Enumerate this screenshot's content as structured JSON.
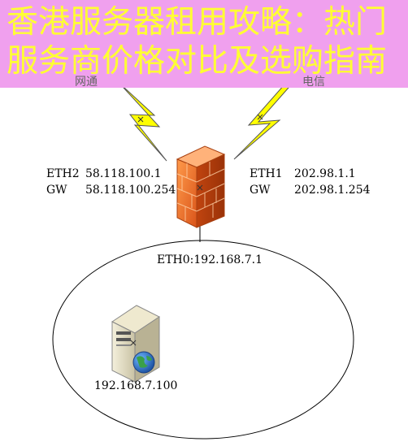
{
  "banner": {
    "line1": "香港服务器租用攻略：热门",
    "line2": "服务商价格对比及选购指南"
  },
  "isp_left": {
    "label": "网通"
  },
  "isp_right": {
    "label": "电信"
  },
  "firewall": {
    "left_iface": {
      "name": "ETH2",
      "ip": "58.118.100.1",
      "gw_label": "GW",
      "gw": "58.118.100.254"
    },
    "right_iface": {
      "name": "ETH1",
      "ip": "202.98.1.1",
      "gw_label": "GW",
      "gw": "202.98.1.254"
    }
  },
  "lan": {
    "iface": "ETH0:192.168.7.1",
    "server_ip": "192.168.7.100"
  },
  "colors": {
    "banner_bg": "#f0a0ee",
    "banner_text": "#ffff33",
    "bolt": "#ffff00",
    "cloud": "#8a3fa8",
    "firewall": "#f07a2a"
  }
}
